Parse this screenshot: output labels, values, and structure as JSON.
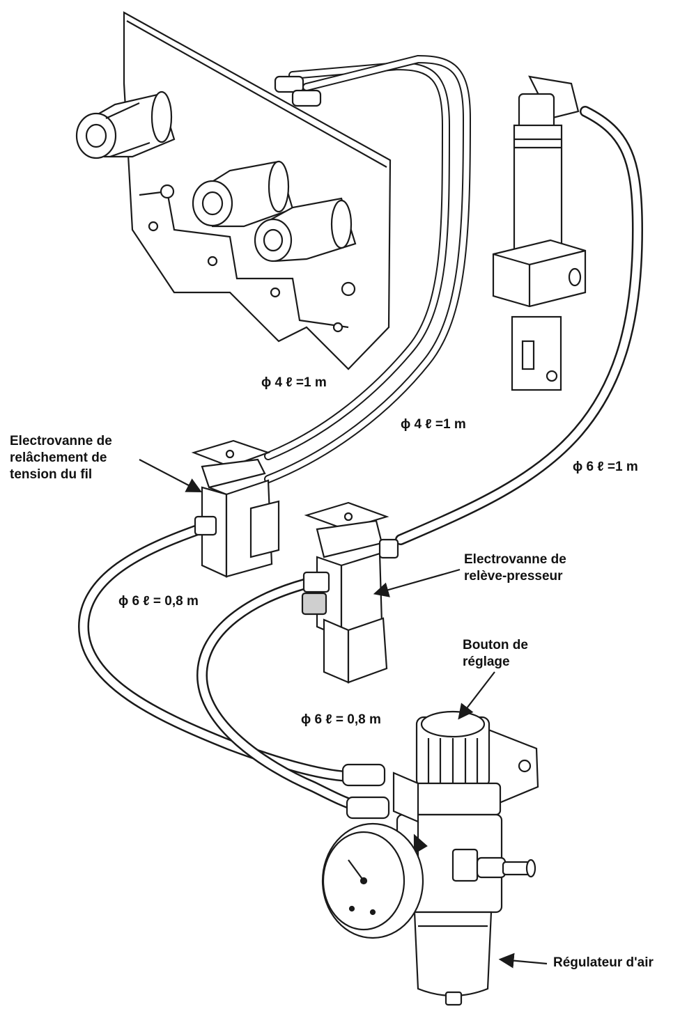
{
  "colors": {
    "ink": "#1a1a1a",
    "paper": "#ffffff",
    "shade": "#e8e8e8"
  },
  "tubes": {
    "t1": "ϕ 4  ℓ =1 m",
    "t2": "ϕ 4  ℓ =1 m",
    "t3": "ϕ 6  ℓ =1 m",
    "t4": "ϕ 6  ℓ = 0,8 m",
    "t5": "ϕ 6  ℓ = 0,8 m"
  },
  "labels": {
    "valve_thread": [
      "Electrovanne de",
      "relâchement de",
      "tension du fil"
    ],
    "valve_presser": [
      "Electrovanne de",
      "relève-presseur"
    ],
    "knob": [
      "Bouton de",
      "réglage"
    ],
    "regulator": "Régulateur d'air"
  },
  "icons": [
    "tension-assembly-icon",
    "air-cylinder-icon",
    "solenoid-valve-icon",
    "air-regulator-icon",
    "pressure-gauge-icon",
    "arrow-icon"
  ]
}
